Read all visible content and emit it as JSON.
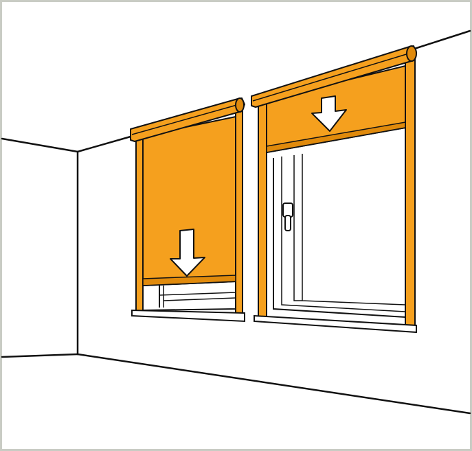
{
  "illustration": {
    "subject": "room-corner-with-two-windows-and-roller-blinds",
    "colors": {
      "blind": "#F5A01E",
      "blind_shadow": "#E08A0C",
      "outline": "#111111",
      "wall": "#FFFFFF",
      "border": "#C9CCC4",
      "arrow": "#FFFFFF"
    },
    "windows": [
      {
        "id": "left-window",
        "blind_state": "mostly-lowered",
        "blind_fraction_lowered": 0.92,
        "arrow_direction": "down"
      },
      {
        "id": "right-window",
        "blind_state": "slightly-lowered",
        "blind_fraction_lowered": 0.3,
        "arrow_direction": "down"
      }
    ]
  }
}
